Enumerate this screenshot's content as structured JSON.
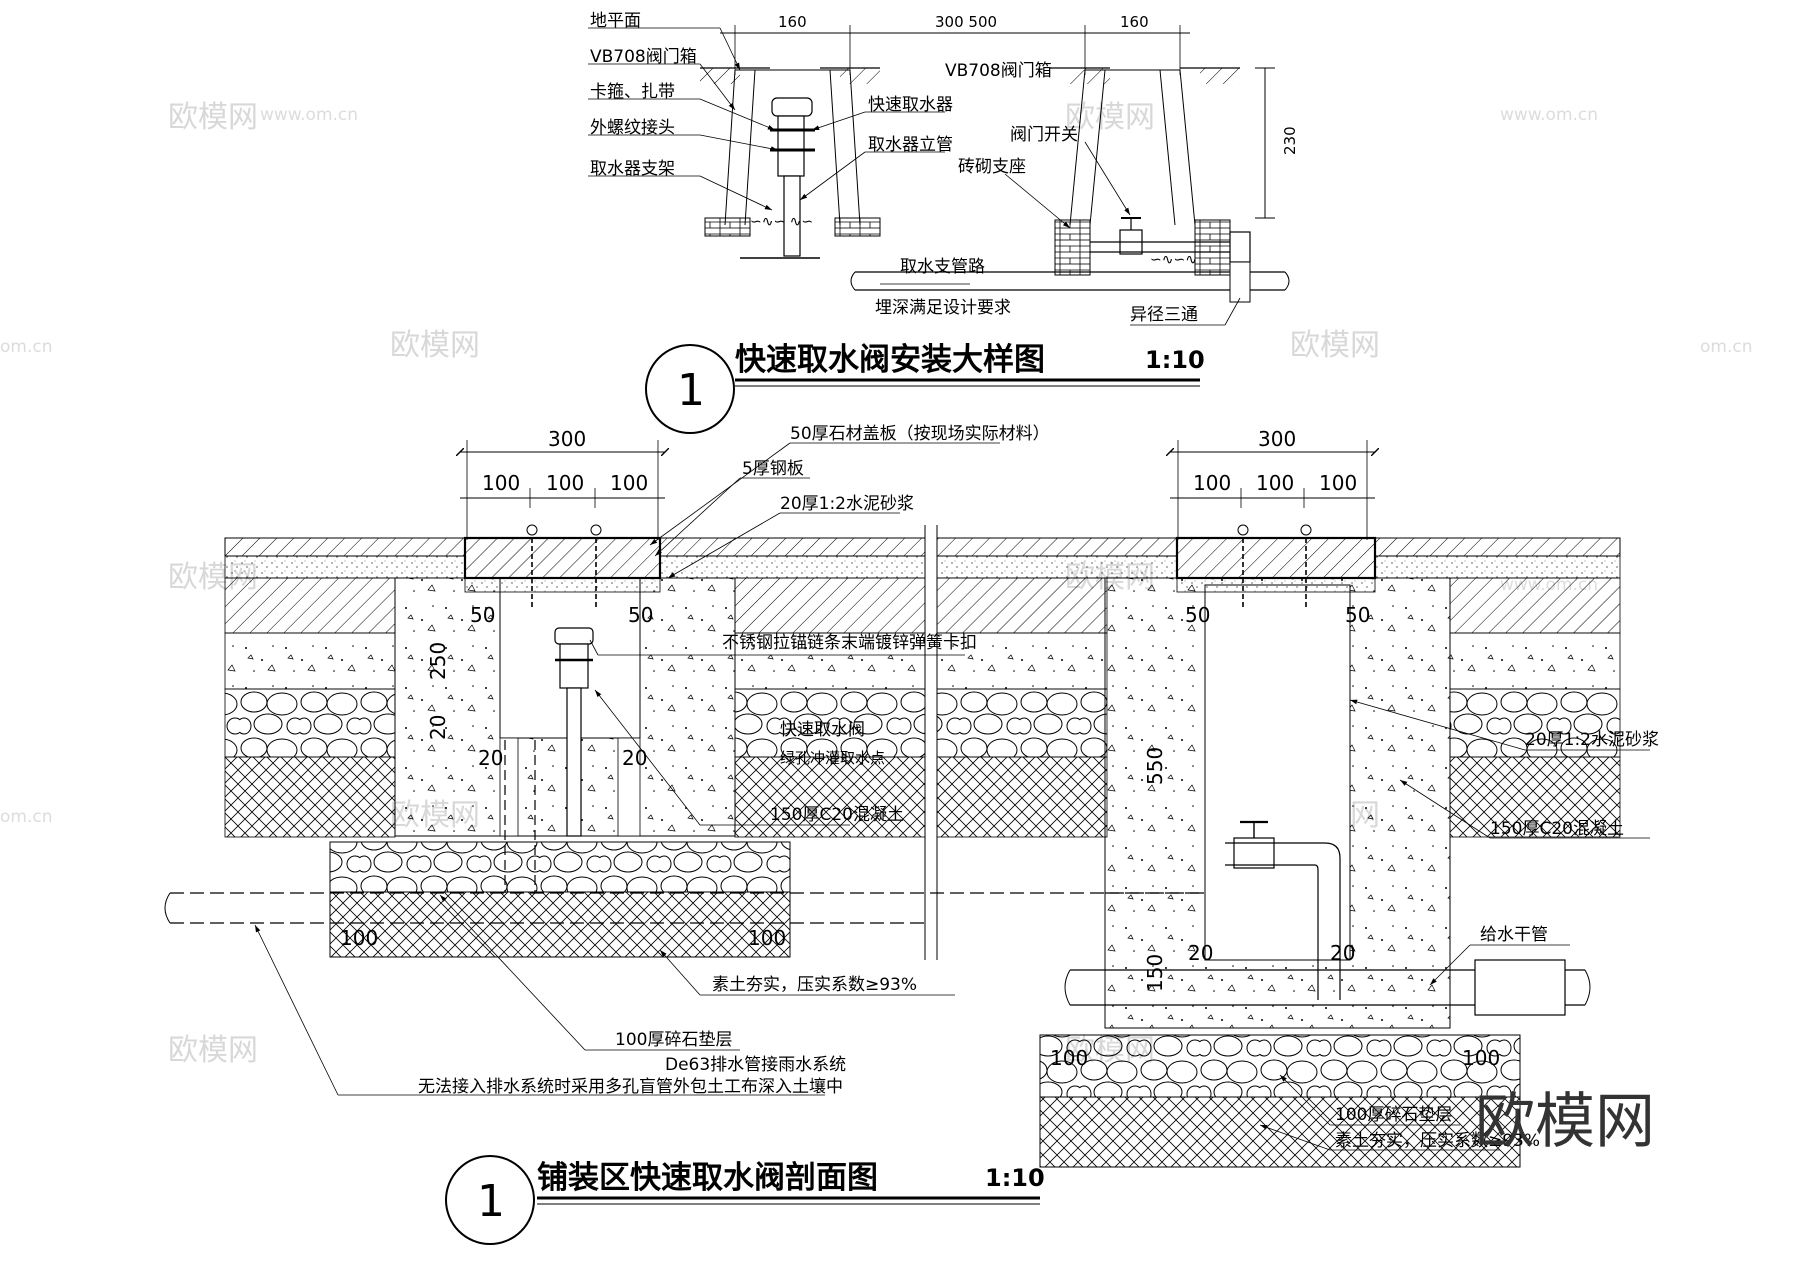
{
  "detail1": {
    "number": "1",
    "title": "快速取水阀安装大样图",
    "scale": "1:10",
    "dims": {
      "left_width": "160",
      "middle_width": "300 500",
      "right_width": "160",
      "height": "230"
    },
    "labels": {
      "ground": "地平面",
      "valve_box_left": "VB708阀门箱",
      "clamp": "卡箍、扎带",
      "thread_joint": "外螺纹接头",
      "support": "取水器支架",
      "quick_coupler": "快速取水器",
      "riser": "取水器立管",
      "valve_box_right": "VB708阀门箱",
      "valve_switch": "阀门开关",
      "brick_base": "砖砌支座",
      "branch_pipe": "取水支管路",
      "burial_depth": "埋深满足设计要求",
      "reducing_tee": "异径三通"
    }
  },
  "detail2": {
    "number": "1",
    "title": "铺装区快速取水阀剖面图",
    "scale": "1:10",
    "dims": {
      "left_total": "300",
      "left_a": "100",
      "left_b": "100",
      "left_c": "100",
      "right_total": "300",
      "right_a": "100",
      "right_b": "100",
      "right_c": "100",
      "left_50a": "50",
      "left_50b": "50",
      "left_250": "250",
      "left_20a": "20",
      "left_20b": "20",
      "left_20c": "20",
      "left_100a": "100",
      "left_100b": "100",
      "right_50a": "50",
      "right_50b": "50",
      "right_550": "550",
      "right_20a": "20",
      "right_20b": "20",
      "right_150": "150",
      "right_100a": "100",
      "right_100b": "100"
    },
    "labels": {
      "stone_cover": "50厚石材盖板（按现场实际材料）",
      "steel_plate": "5厚钢板",
      "mortar_top": "20厚1:2水泥砂浆",
      "chain": "不锈钢拉锚链条末端镀锌弹簧卡扣",
      "quick_valve": "快速取水阀",
      "coupler_note": "绿孔冲灌取水点",
      "concrete_left": "150厚C20混凝土",
      "mortar_right": "20厚1:2水泥砂浆",
      "concrete_right": "150厚C20混凝土",
      "main_pipe": "给水干管",
      "compacted_soil": "素土夯实，压实系数≥93%",
      "gravel": "100厚碎石垫层",
      "drain": "De63排水管接雨水系统",
      "drain_alt": "无法接入排水系统时采用多孔盲管外包土工布深入土壤中",
      "gravel_right": "100厚碎石垫层",
      "soil_right": "素土夯实，压实系数≥93%"
    }
  },
  "watermark": {
    "text": "欧模网",
    "url": "www.om.cn",
    "domain": "om.cn"
  }
}
